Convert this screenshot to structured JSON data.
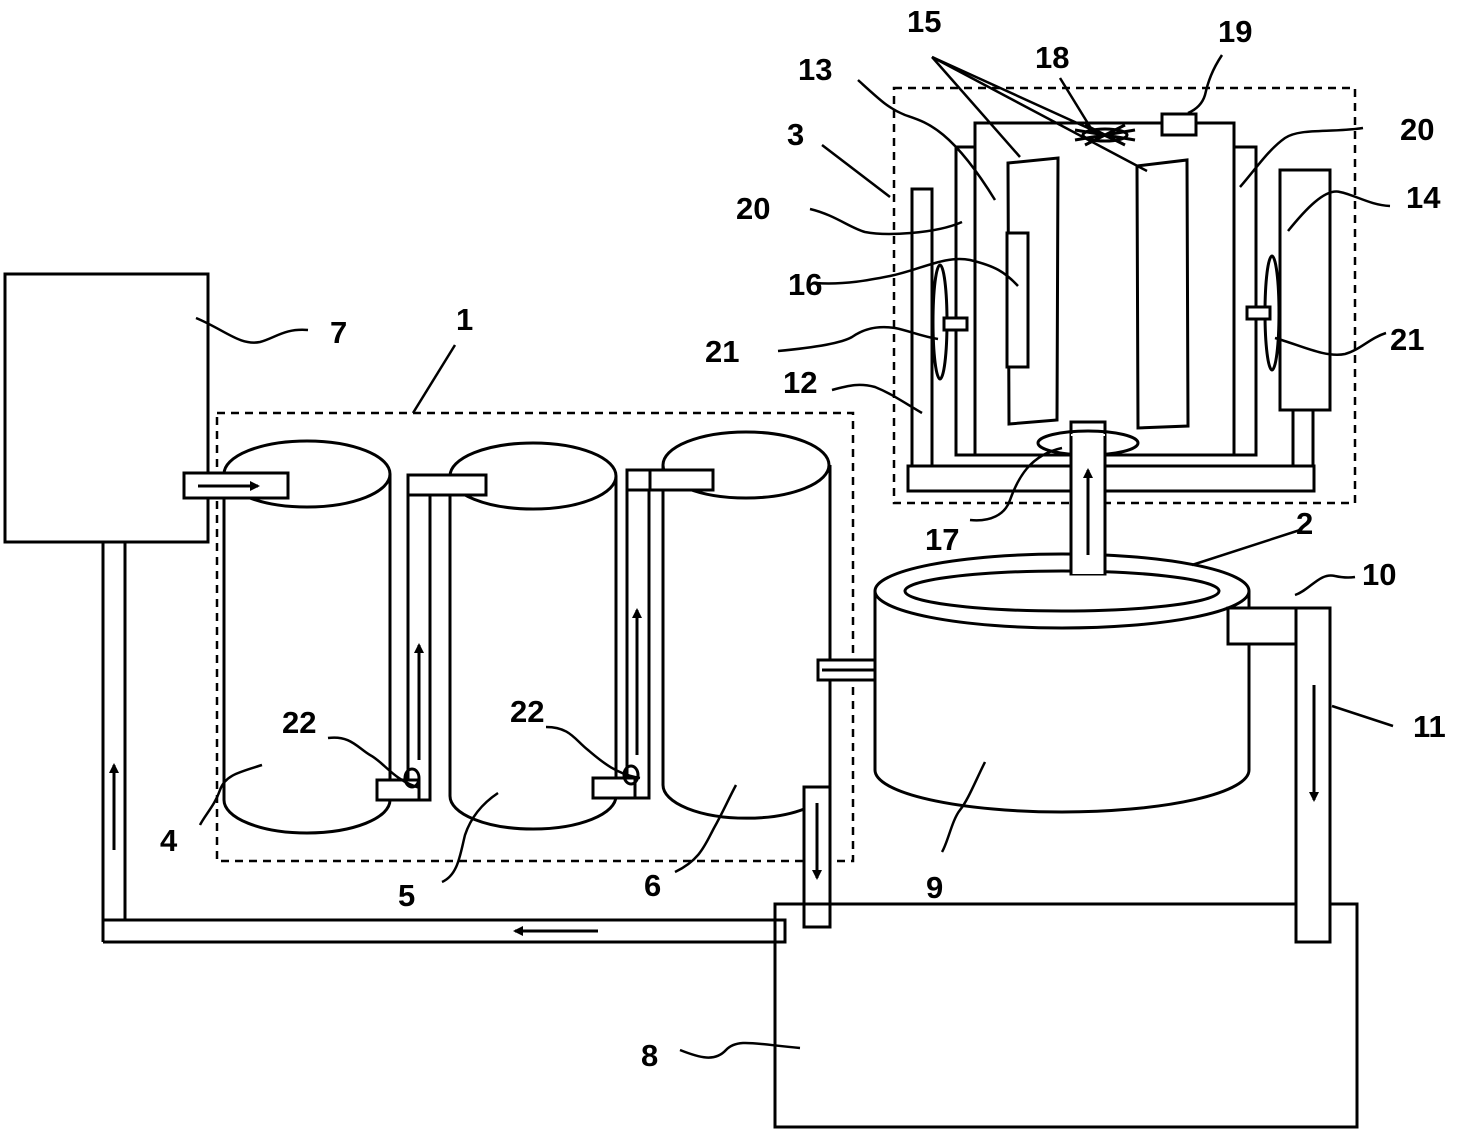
{
  "labels": {
    "l1": "1",
    "l2": "2",
    "l3": "3",
    "l4": "4",
    "l5": "5",
    "l6": "6",
    "l7": "7",
    "l8": "8",
    "l9": "9",
    "l10": "10",
    "l11": "11",
    "l12": "12",
    "l13": "13",
    "l14": "14",
    "l15": "15",
    "l16": "16",
    "l17": "17",
    "l18": "18",
    "l19": "19",
    "l20a": "20",
    "l20b": "20",
    "l21a": "21",
    "l21b": "21",
    "l22a": "22",
    "l22b": "22"
  }
}
